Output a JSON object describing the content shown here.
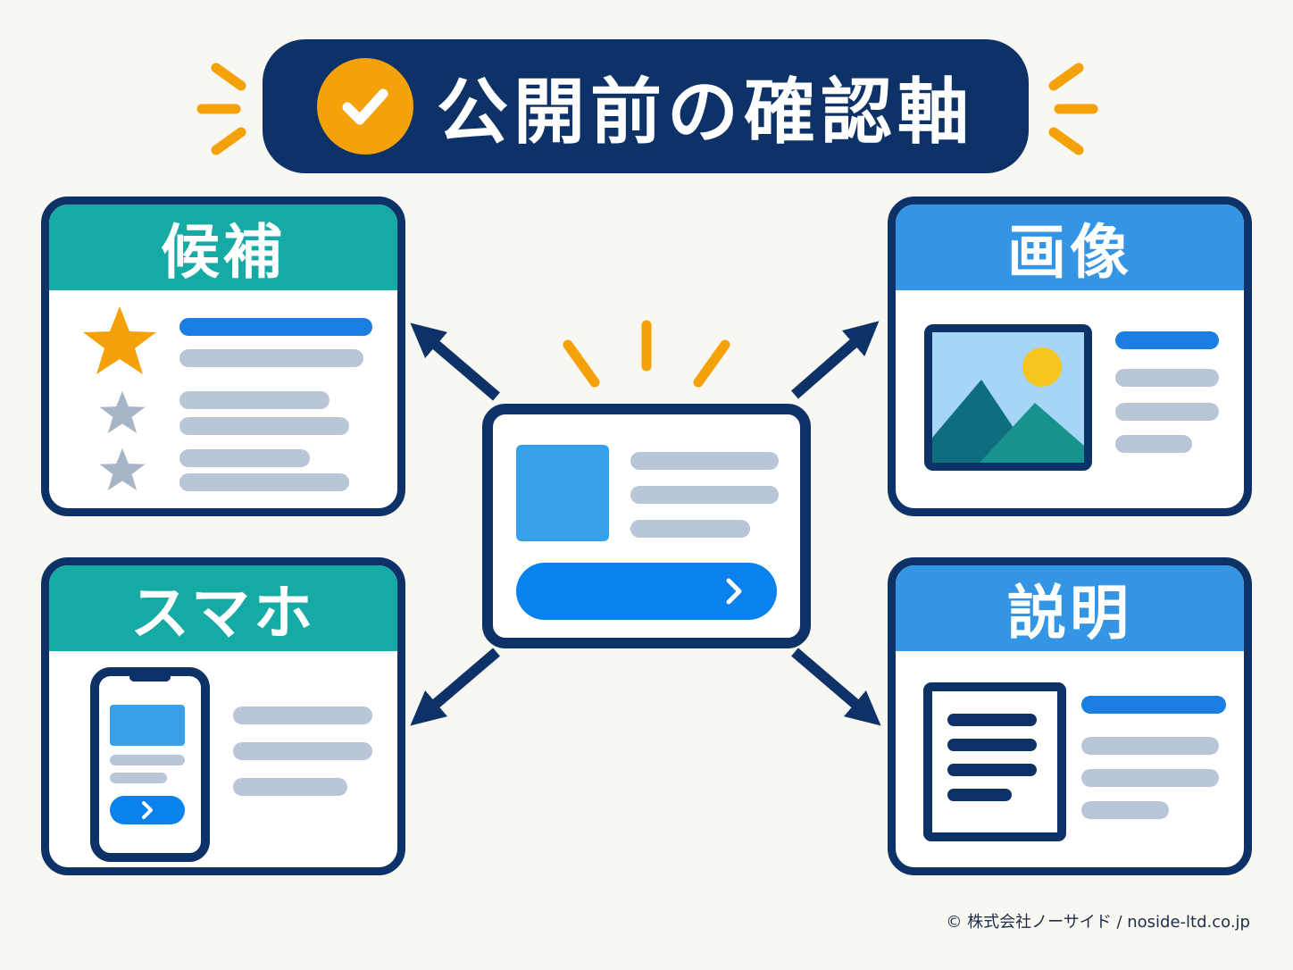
{
  "title": "公開前の確認軸",
  "cards": {
    "candidates": {
      "label": "候補"
    },
    "images": {
      "label": "画像"
    },
    "smartphone": {
      "label": "スマホ"
    },
    "description": {
      "label": "説明"
    }
  },
  "credit": "© 株式会社ノーサイド / noside-ltd.co.jp",
  "colors": {
    "navy": "#0d3268",
    "teal": "#16aaa5",
    "blue": "#3395e4",
    "accent_blue": "#1a7ee2",
    "orange": "#f5a20a",
    "gray_bar": "#b8c6d8",
    "background": "#f8f7f2"
  },
  "icons": [
    "check-icon",
    "star-icon",
    "image-icon",
    "phone-icon",
    "document-icon",
    "chevron-right-icon",
    "arrow-icon",
    "sparkle-icon"
  ]
}
